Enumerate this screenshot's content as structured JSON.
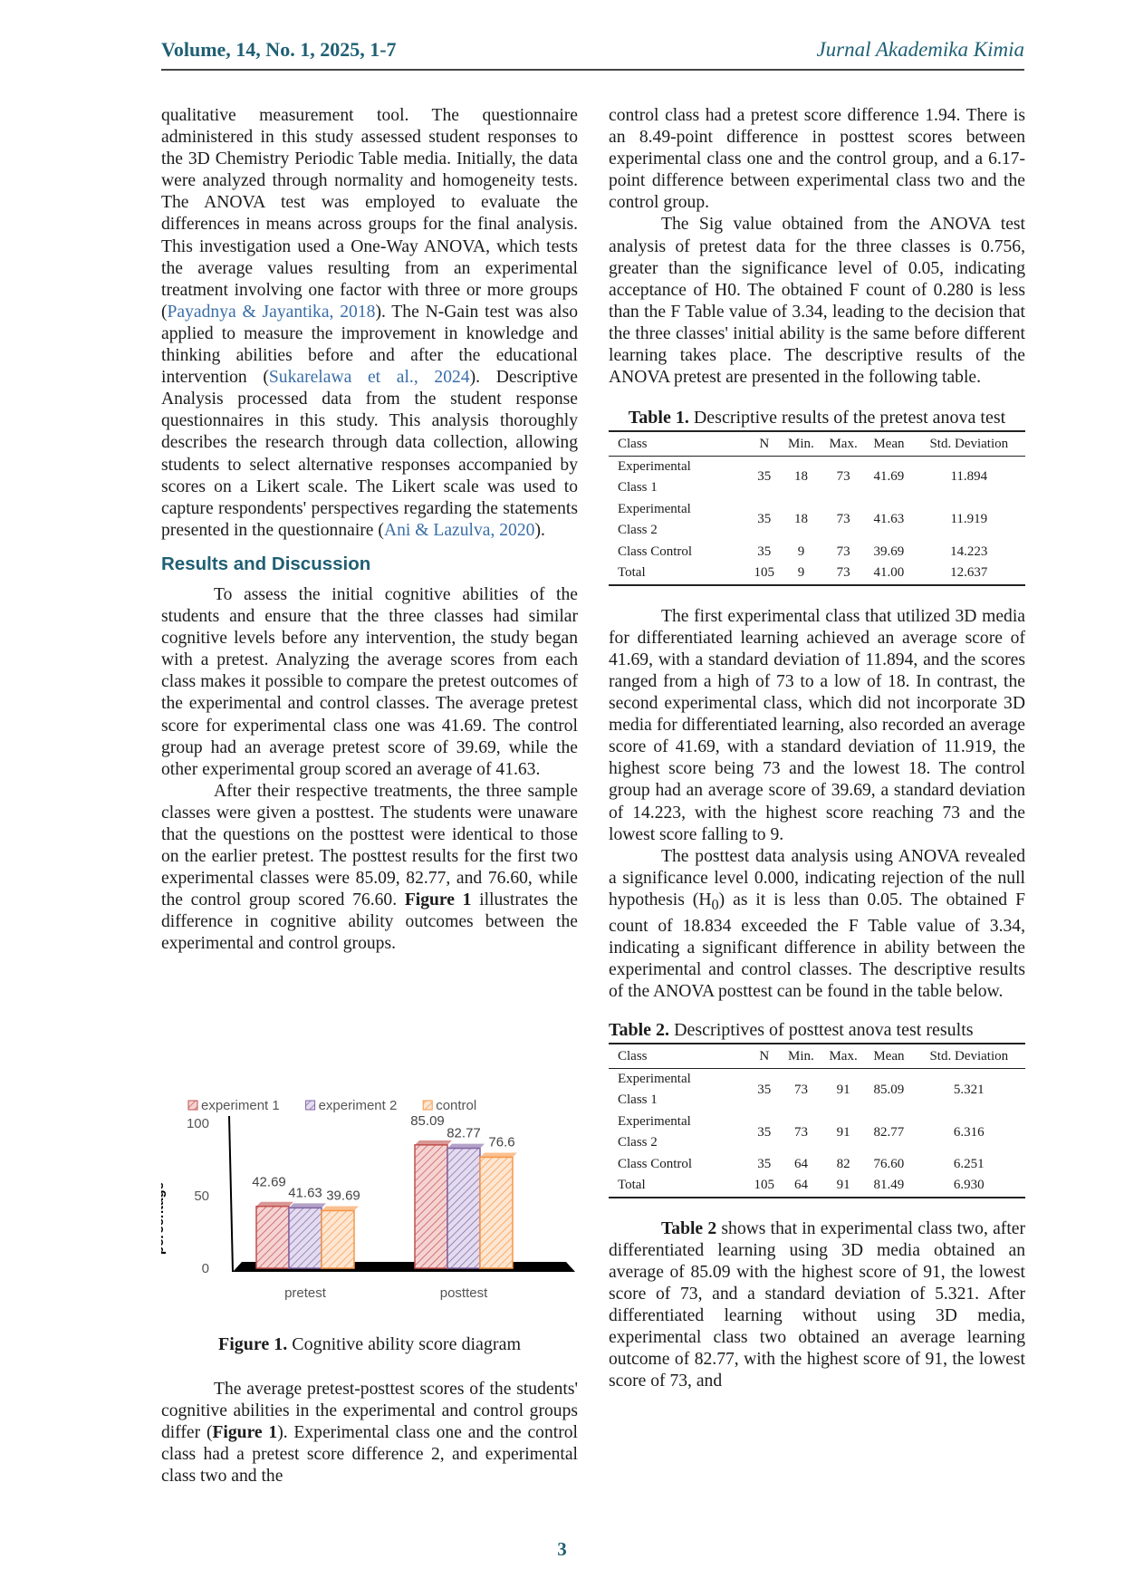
{
  "header": {
    "volume": "Volume, 14, No. 1, 2025, 1-7",
    "journal": "Jurnal Akademika Kimia"
  },
  "left": {
    "p1": [
      {
        "t": "qualitative measurement tool. The questionnaire administered in this study assessed student responses to the 3D Chemistry Periodic Table media. Initially, the data were analyzed through normality and homogeneity tests. The ANOVA test was employed to evaluate the differences in means across groups for the final analysis. This investigation used a One-Way ANOVA, which tests the average values resulting from an experimental treatment involving one factor with three or more groups ("
      },
      {
        "t": "Payadnya & Jayantika, 2018",
        "k": "link"
      },
      {
        "t": "). The N-Gain test was also applied to measure the improvement in knowledge and thinking abilities before and after the educational intervention ("
      },
      {
        "t": "Sukarelawa et al., 2024",
        "k": "link"
      },
      {
        "t": "). Descriptive Analysis processed data from the student response questionnaires in this study. This analysis thoroughly describes the research through data collection, allowing students to select alternative responses accompanied by scores on a Likert scale. The Likert scale was used to capture respondents' perspectives regarding the statements presented in the questionnaire ("
      },
      {
        "t": "Ani & Lazulva, 2020",
        "k": "link"
      },
      {
        "t": ")."
      }
    ],
    "heading": "Results and Discussion",
    "p2": [
      {
        "t": "To assess the initial cognitive abilities of the students and ensure that the three classes had similar cognitive levels before any intervention, the study began with a pretest. Analyzing the average scores from each class makes it possible to compare the pretest outcomes of the experimental and control classes. The average pretest score for experimental class one was 41.69. The control group had an average pretest score of 39.69, while the other experimental group scored an average of 41.63."
      }
    ],
    "p3": [
      {
        "t": "After their respective treatments, the three sample classes were given a posttest. The students were unaware that the questions on the posttest were identical to those on the earlier pretest. The posttest results for the first two experimental classes were 85.09, 82.77, and 76.60, while the control group scored 76.60. "
      },
      {
        "t": "Figure 1",
        "k": "bold"
      },
      {
        "t": " illustrates the difference in cognitive ability outcomes between the experimental and control groups."
      }
    ],
    "figure_caption_label": "Figure 1.",
    "figure_caption_text": " Cognitive ability score diagram",
    "p4": [
      {
        "t": "The average pretest-posttest scores of the students' cognitive abilities in the experimental and control groups differ ("
      },
      {
        "t": "Figure 1",
        "k": "bold"
      },
      {
        "t": "). Experimental class one and the control class had a pretest score difference 2, and experimental class two and the"
      }
    ]
  },
  "right": {
    "p1": [
      {
        "t": "control class had a pretest score difference 1.94. There is an 8.49-point difference in posttest scores between experimental class one and the control group, and a 6.17-point difference between experimental class two and the control group."
      }
    ],
    "p2": [
      {
        "t": "The Sig value obtained from the ANOVA test analysis of pretest data for the three classes is 0.756, greater than the significance level of 0.05, indicating acceptance of H0. The obtained F count of 0.280 is less than the F Table value of 3.34, leading to the decision that the three classes' initial ability is the same before different learning takes place. The descriptive results of the ANOVA pretest are presented in the following table."
      }
    ],
    "p3": [
      {
        "t": "The first experimental class that utilized 3D media for differentiated learning achieved an average score of 41.69, with a standard deviation of 11.894, and the scores ranged from a high of 73 to a low of 18. In contrast, the second experimental class, which did not incorporate 3D media for differentiated learning, also recorded an average score of 41.69, with a standard deviation of 11.919, the highest score being 73 and the lowest 18. The control group had an average score of 39.69, a standard deviation of 14.223, with the highest score reaching 73 and the lowest score falling to 9."
      }
    ],
    "p4": [
      {
        "t": "The posttest data analysis using ANOVA revealed a significance level 0.000, indicating rejection of the null hypothesis (H"
      },
      {
        "t": "0",
        "k": "sub"
      },
      {
        "t": ") as it is less than 0.05. The obtained F count of 18.834 exceeded the F Table value of 3.34, indicating a significant difference in ability between the experimental and control classes. The descriptive results of the ANOVA posttest can be found in the table below."
      }
    ],
    "p5": [
      {
        "t": "Table 2",
        "k": "bold"
      },
      {
        "t": " shows that in experimental class two, after differentiated learning using 3D media obtained an average of 85.09 with the highest score of 91, the lowest score of 73, and a standard deviation of 5.321. After differentiated learning without using 3D media, experimental class two obtained an average learning outcome of 82.77, with the highest score of 91, the lowest score of 73, and"
      }
    ]
  },
  "table1": {
    "caption_label": "Table 1.",
    "caption_text": " Descriptive results of the pretest anova test",
    "columns": [
      "Class",
      "N",
      "Min.",
      "Max.",
      "Mean",
      "Std. Deviation"
    ],
    "rows": [
      [
        "Experimental Class 1",
        "35",
        "18",
        "73",
        "41.69",
        "11.894"
      ],
      [
        "Experimental Class 2",
        "35",
        "18",
        "73",
        "41.63",
        "11.919"
      ],
      [
        "Class Control",
        "35",
        "9",
        "73",
        "39.69",
        "14.223"
      ],
      [
        "Total",
        "105",
        "9",
        "73",
        "41.00",
        "12.637"
      ]
    ]
  },
  "table2": {
    "caption_label": "Table 2.",
    "caption_text": " Descriptives of posttest anova test results",
    "columns": [
      "Class",
      "N",
      "Min.",
      "Max.",
      "Mean",
      "Std. Deviation"
    ],
    "rows": [
      [
        "Experimental Class 1",
        "35",
        "73",
        "91",
        "85.09",
        "5.321"
      ],
      [
        "Experimental Class 2",
        "35",
        "73",
        "91",
        "82.77",
        "6.316"
      ],
      [
        "Class Control",
        "35",
        "64",
        "82",
        "76.60",
        "6.251"
      ],
      [
        "Total",
        "105",
        "64",
        "91",
        "81.49",
        "6.930"
      ]
    ]
  },
  "chart_data": {
    "type": "bar",
    "title": "",
    "categories": [
      "pretest",
      "posttest"
    ],
    "series": [
      {
        "name": "experiment 1",
        "values": [
          42.69,
          85.09
        ],
        "color": "#c0504d",
        "label": [
          "42.69",
          "85.09"
        ]
      },
      {
        "name": "experiment 2",
        "values": [
          41.63,
          82.77
        ],
        "color": "#8064a2",
        "label": [
          "41.63",
          "82.77"
        ]
      },
      {
        "name": "control",
        "values": [
          39.69,
          76.6
        ],
        "color": "#f79646",
        "label": [
          "39.69",
          "76.6"
        ]
      }
    ],
    "xlabel": "",
    "ylabel": "percentage",
    "ylim": [
      0,
      100
    ],
    "yticks": [
      "0",
      "50",
      "100"
    ],
    "legend": "top"
  },
  "page_number": "3"
}
